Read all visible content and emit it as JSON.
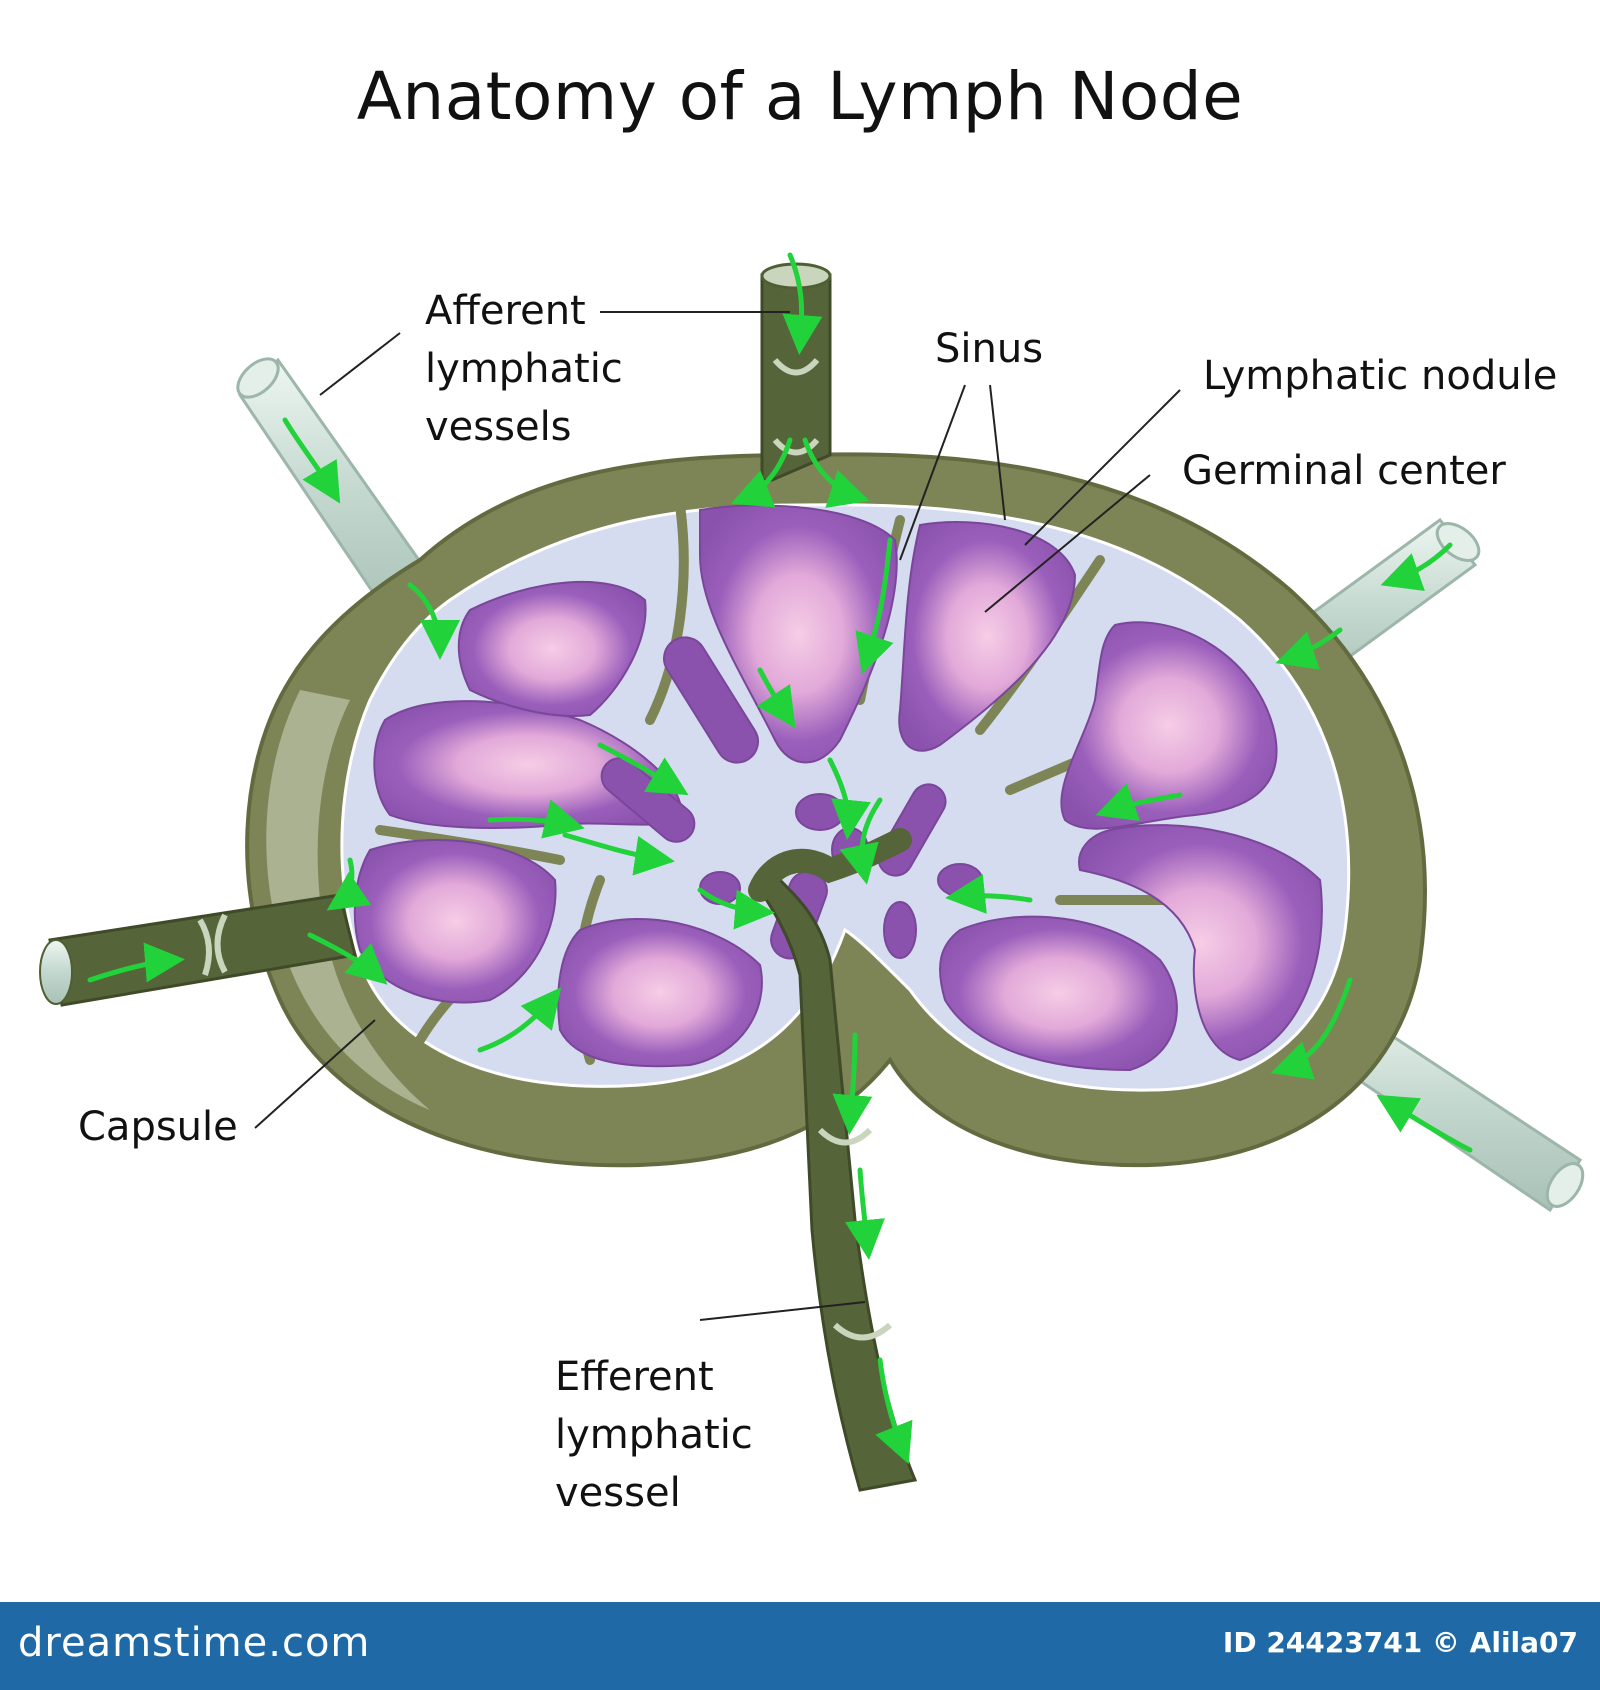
{
  "title": "Anatomy of a Lymph Node",
  "labels": {
    "afferent": [
      "Afferent",
      "lymphatic",
      "vessels"
    ],
    "sinus": "Sinus",
    "lymphatic_nodule": "Lymphatic nodule",
    "germinal_center": "Germinal center",
    "capsule": "Capsule",
    "efferent": [
      "Efferent",
      "lymphatic",
      "vessel"
    ]
  },
  "footer": {
    "brand": "dreamstime.com",
    "credit": "ID 24423741 © Alila07"
  },
  "colors": {
    "capsule": "#7d8556",
    "capsule_light": "#b9c2a6",
    "sinus": "#d5dcef",
    "nodule": "#8a52ad",
    "germinal": "#f4c8e3",
    "vessel_dark": "#4f5e33",
    "vessel_light": "#c9dcd4",
    "arrow": "#22d23a",
    "footer": "#1f6aa6"
  }
}
